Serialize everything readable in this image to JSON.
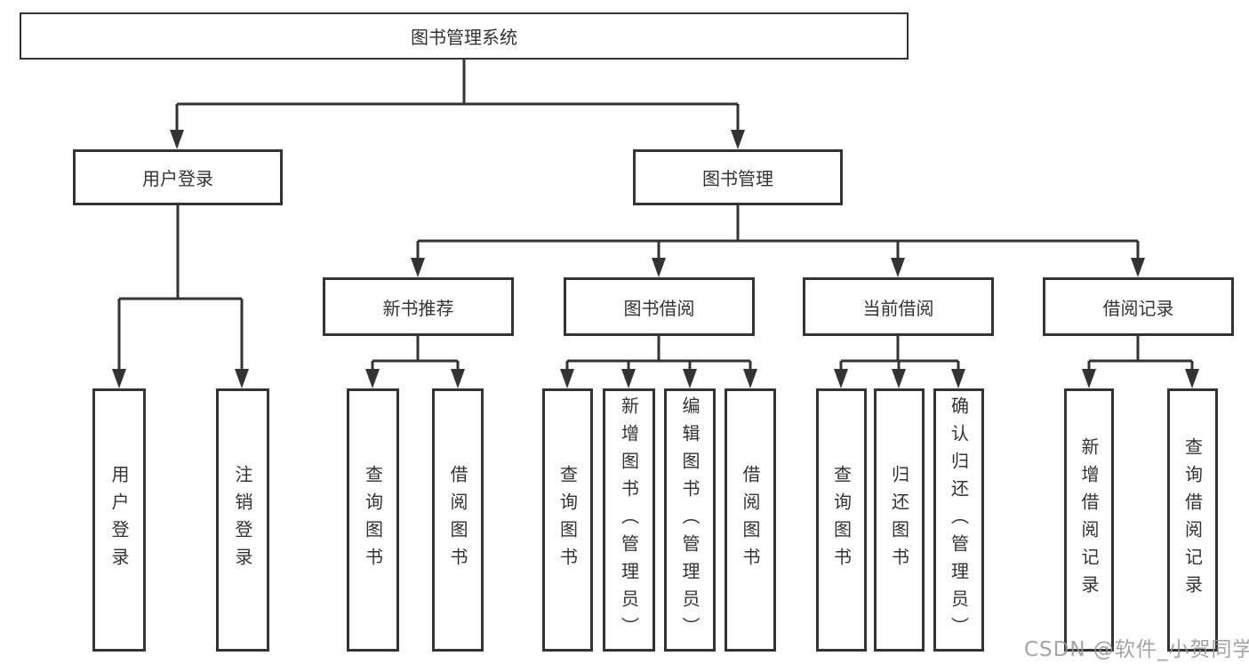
{
  "diagram_title": "图书管理系统",
  "tree": {
    "label": "图书管理系统",
    "children": [
      {
        "label": "用户登录",
        "children": [
          {
            "label": "用户登录"
          },
          {
            "label": "注销登录"
          }
        ]
      },
      {
        "label": "图书管理",
        "children": [
          {
            "label": "新书推荐",
            "children": [
              {
                "label": "查询图书"
              },
              {
                "label": "借阅图书"
              }
            ]
          },
          {
            "label": "图书借阅",
            "children": [
              {
                "label": "查询图书"
              },
              {
                "label": "新增图书（管理员）"
              },
              {
                "label": "编辑图书（管理员）"
              },
              {
                "label": "借阅图书"
              }
            ]
          },
          {
            "label": "当前借阅",
            "children": [
              {
                "label": "查询图书"
              },
              {
                "label": "归还图书"
              },
              {
                "label": "确认归还（管理员）"
              }
            ]
          },
          {
            "label": "借阅记录",
            "children": [
              {
                "label": "新增借阅记录"
              },
              {
                "label": "查询借阅记录"
              }
            ]
          }
        ]
      }
    ]
  },
  "watermark": {
    "text": "CSDN @软件_小贺同学"
  },
  "colors": {
    "line": "#333333",
    "text": "#333333",
    "background": "#ffffff",
    "watermark": "#949494"
  }
}
